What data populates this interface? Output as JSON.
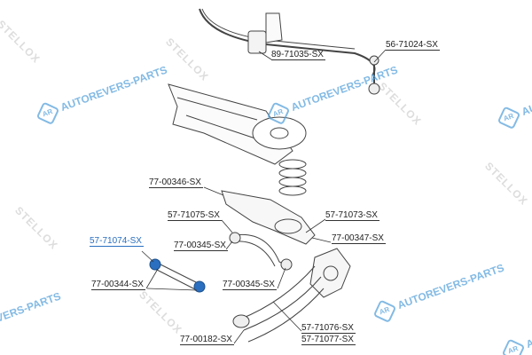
{
  "watermarks": {
    "brand": "STELLOX",
    "site": "AUTOREVERS-PARTS",
    "site_logo": "AR"
  },
  "labels": [
    {
      "id": "stab-bushing",
      "text": "89-71035-SX",
      "highlight": false
    },
    {
      "id": "stab-link",
      "text": "56-71024-SX",
      "highlight": false
    },
    {
      "id": "arm-bushing-upper",
      "text": "77-00346-SX",
      "highlight": false
    },
    {
      "id": "arm-75",
      "text": "57-71075-SX",
      "highlight": false
    },
    {
      "id": "arm-73",
      "text": "57-71073-SX",
      "highlight": false
    },
    {
      "id": "bushing-345a",
      "text": "77-00345-SX",
      "highlight": false
    },
    {
      "id": "bushing-347",
      "text": "77-00347-SX",
      "highlight": false
    },
    {
      "id": "arm-74",
      "text": "57-71074-SX",
      "highlight": true
    },
    {
      "id": "bushing-344",
      "text": "77-00344-SX",
      "highlight": false
    },
    {
      "id": "bushing-345b",
      "text": "77-00345-SX",
      "highlight": false
    },
    {
      "id": "arm-76",
      "text": "57-71076-SX",
      "highlight": false
    },
    {
      "id": "arm-77",
      "text": "57-71077-SX",
      "highlight": false
    },
    {
      "id": "balljoint-182",
      "text": "77-00182-SX",
      "highlight": false
    }
  ],
  "colors": {
    "highlight": "#2a6fc0",
    "line": "#333333",
    "watermark": "#5aa4dc"
  }
}
